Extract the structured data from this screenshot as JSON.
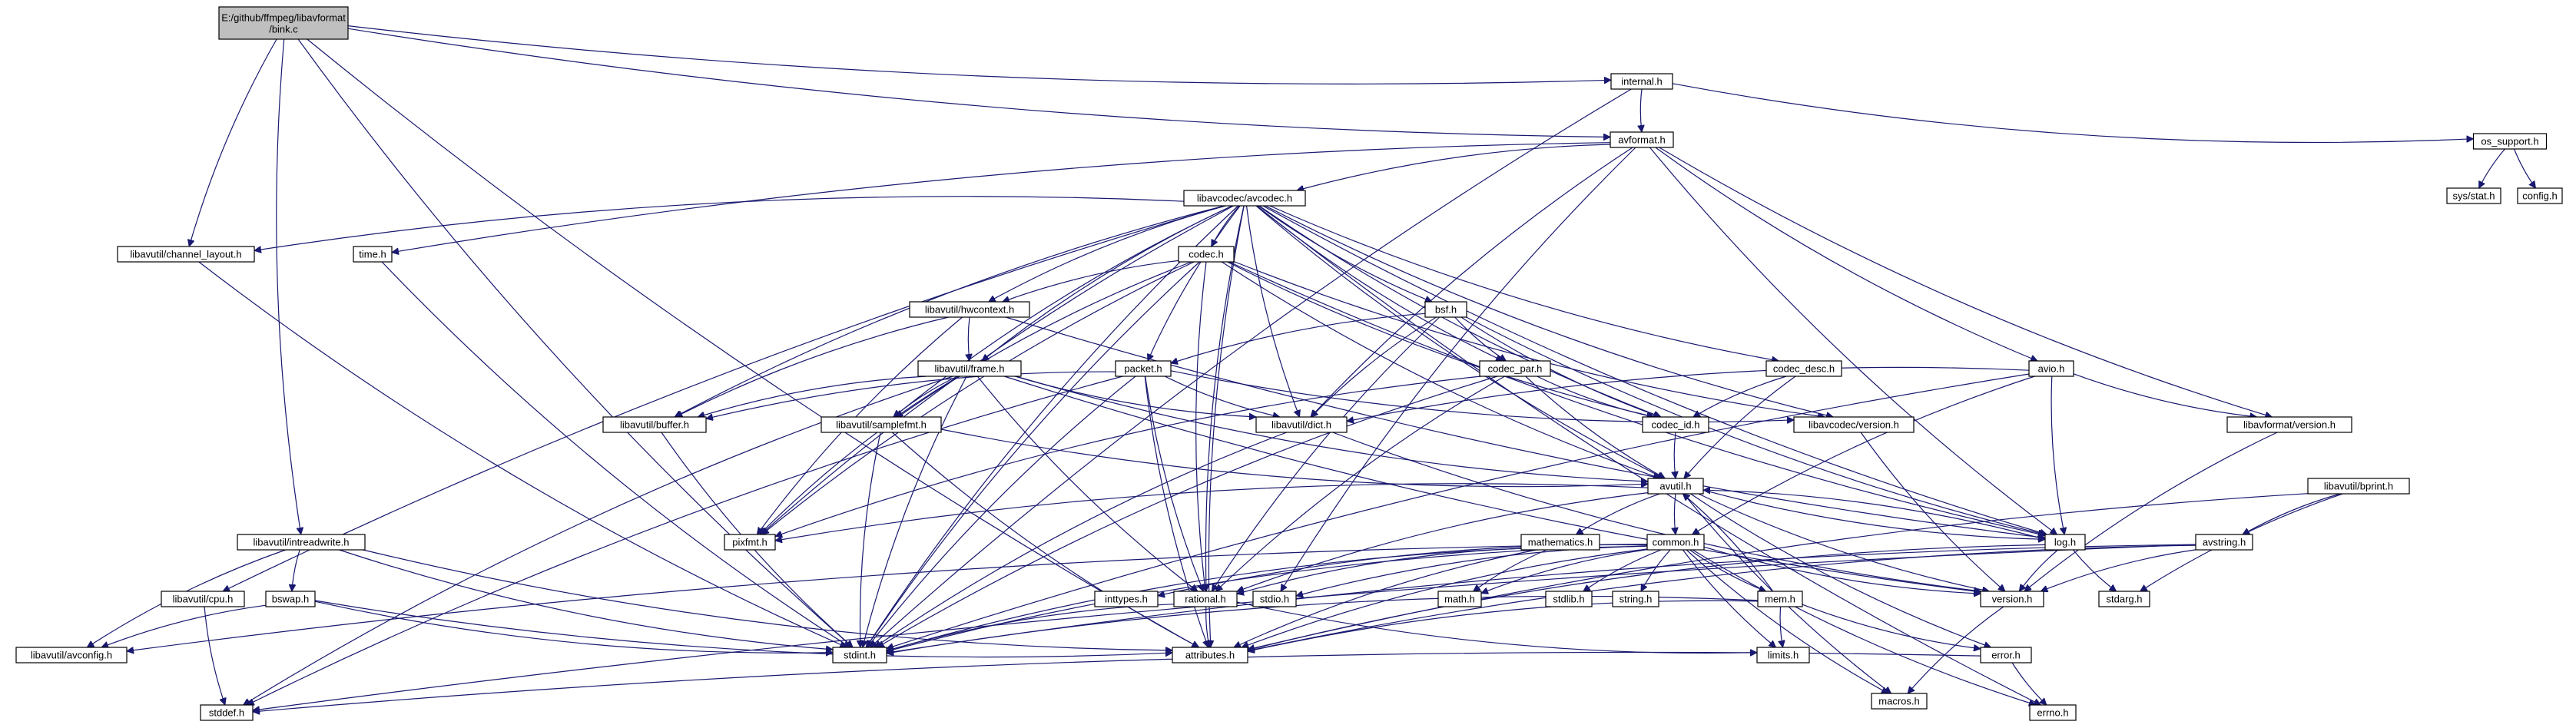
{
  "graph": {
    "nodes": [
      {
        "id": "bink",
        "label": "E:/github/ffmpeg/libavformat\n/bink.c",
        "style": "root"
      },
      {
        "id": "internal",
        "label": "internal.h",
        "style": "normal"
      },
      {
        "id": "os_support",
        "label": "os_support.h",
        "style": "normal"
      },
      {
        "id": "sys_stat",
        "label": "sys/stat.h",
        "style": "missing"
      },
      {
        "id": "config",
        "label": "config.h",
        "style": "missing"
      },
      {
        "id": "avformat",
        "label": "avformat.h",
        "style": "normal"
      },
      {
        "id": "avcodec",
        "label": "libavcodec/avcodec.h",
        "style": "normal"
      },
      {
        "id": "chlayout",
        "label": "libavutil/channel_layout.h",
        "style": "normal"
      },
      {
        "id": "time",
        "label": "time.h",
        "style": "missing"
      },
      {
        "id": "codec",
        "label": "codec.h",
        "style": "normal"
      },
      {
        "id": "hwcontext",
        "label": "libavutil/hwcontext.h",
        "style": "normal"
      },
      {
        "id": "bsf",
        "label": "bsf.h",
        "style": "normal"
      },
      {
        "id": "frame",
        "label": "libavutil/frame.h",
        "style": "normal"
      },
      {
        "id": "packet",
        "label": "packet.h",
        "style": "normal"
      },
      {
        "id": "codec_par",
        "label": "codec_par.h",
        "style": "normal"
      },
      {
        "id": "codec_desc",
        "label": "codec_desc.h",
        "style": "normal"
      },
      {
        "id": "avio",
        "label": "avio.h",
        "style": "normal"
      },
      {
        "id": "buffer",
        "label": "libavutil/buffer.h",
        "style": "normal"
      },
      {
        "id": "samplefmt",
        "label": "libavutil/samplefmt.h",
        "style": "normal"
      },
      {
        "id": "dict",
        "label": "libavutil/dict.h",
        "style": "normal"
      },
      {
        "id": "codec_id",
        "label": "codec_id.h",
        "style": "normal"
      },
      {
        "id": "lavc_version",
        "label": "libavcodec/version.h",
        "style": "normal"
      },
      {
        "id": "lavf_version",
        "label": "libavformat/version.h",
        "style": "normal"
      },
      {
        "id": "bprint",
        "label": "libavutil/bprint.h",
        "style": "normal"
      },
      {
        "id": "avutil",
        "label": "avutil.h",
        "style": "normal"
      },
      {
        "id": "intreadwrite",
        "label": "libavutil/intreadwrite.h",
        "style": "normal"
      },
      {
        "id": "pixfmt",
        "label": "pixfmt.h",
        "style": "normal"
      },
      {
        "id": "mathematics",
        "label": "mathematics.h",
        "style": "missing-red"
      },
      {
        "id": "common",
        "label": "common.h",
        "style": "normal"
      },
      {
        "id": "log",
        "label": "log.h",
        "style": "normal"
      },
      {
        "id": "avstring",
        "label": "avstring.h",
        "style": "normal"
      },
      {
        "id": "cpu",
        "label": "libavutil/cpu.h",
        "style": "normal"
      },
      {
        "id": "bswap",
        "label": "bswap.h",
        "style": "normal"
      },
      {
        "id": "inttypes",
        "label": "inttypes.h",
        "style": "missing"
      },
      {
        "id": "rational",
        "label": "rational.h",
        "style": "normal"
      },
      {
        "id": "stdio",
        "label": "stdio.h",
        "style": "missing"
      },
      {
        "id": "math",
        "label": "math.h",
        "style": "missing"
      },
      {
        "id": "stdlib",
        "label": "stdlib.h",
        "style": "missing"
      },
      {
        "id": "string",
        "label": "string.h",
        "style": "missing"
      },
      {
        "id": "mem",
        "label": "mem.h",
        "style": "normal"
      },
      {
        "id": "version",
        "label": "version.h",
        "style": "normal"
      },
      {
        "id": "stdarg",
        "label": "stdarg.h",
        "style": "missing"
      },
      {
        "id": "avconfig",
        "label": "libavutil/avconfig.h",
        "style": "missing"
      },
      {
        "id": "stdint",
        "label": "stdint.h",
        "style": "missing"
      },
      {
        "id": "attributes",
        "label": "attributes.h",
        "style": "normal"
      },
      {
        "id": "limits",
        "label": "limits.h",
        "style": "missing-red"
      },
      {
        "id": "macros",
        "label": "macros.h",
        "style": "normal"
      },
      {
        "id": "error",
        "label": "error.h",
        "style": "normal"
      },
      {
        "id": "stddef",
        "label": "stddef.h",
        "style": "missing"
      },
      {
        "id": "errno",
        "label": "errno.h",
        "style": "missing"
      }
    ],
    "edges": [
      [
        "bink",
        "internal"
      ],
      [
        "bink",
        "avformat"
      ],
      [
        "bink",
        "chlayout"
      ],
      [
        "bink",
        "intreadwrite"
      ],
      [
        "bink",
        "stdint"
      ],
      [
        "bink",
        "attributes"
      ],
      [
        "internal",
        "avformat"
      ],
      [
        "internal",
        "os_support"
      ],
      [
        "internal",
        "stdint"
      ],
      [
        "os_support",
        "sys_stat"
      ],
      [
        "os_support",
        "config"
      ],
      [
        "avformat",
        "time"
      ],
      [
        "avformat",
        "stdio"
      ],
      [
        "avformat",
        "avcodec"
      ],
      [
        "avformat",
        "dict"
      ],
      [
        "avformat",
        "log"
      ],
      [
        "avformat",
        "avio"
      ],
      [
        "avformat",
        "lavf_version"
      ],
      [
        "avcodec",
        "chlayout"
      ],
      [
        "avcodec",
        "samplefmt"
      ],
      [
        "avcodec",
        "attributes"
      ],
      [
        "avcodec",
        "avutil"
      ],
      [
        "avcodec",
        "buffer"
      ],
      [
        "avcodec",
        "cpu"
      ],
      [
        "avcodec",
        "dict"
      ],
      [
        "avcodec",
        "frame"
      ],
      [
        "avcodec",
        "log"
      ],
      [
        "avcodec",
        "pixfmt"
      ],
      [
        "avcodec",
        "rational"
      ],
      [
        "avcodec",
        "codec"
      ],
      [
        "avcodec",
        "codec_desc"
      ],
      [
        "avcodec",
        "codec_id"
      ],
      [
        "avcodec",
        "codec_par"
      ],
      [
        "avcodec",
        "bsf"
      ],
      [
        "avcodec",
        "packet"
      ],
      [
        "avcodec",
        "lavc_version"
      ],
      [
        "avcodec",
        "hwcontext"
      ],
      [
        "avcodec",
        "errno"
      ],
      [
        "avcodec",
        "stdint"
      ],
      [
        "chlayout",
        "stdint"
      ],
      [
        "time",
        "stdint"
      ],
      [
        "codec",
        "stdint"
      ],
      [
        "codec",
        "avutil"
      ],
      [
        "codec",
        "hwcontext"
      ],
      [
        "codec",
        "log"
      ],
      [
        "codec",
        "pixfmt"
      ],
      [
        "codec",
        "rational"
      ],
      [
        "codec",
        "samplefmt"
      ],
      [
        "codec",
        "codec_id"
      ],
      [
        "codec",
        "lavc_version"
      ],
      [
        "hwcontext",
        "buffer"
      ],
      [
        "hwcontext",
        "frame"
      ],
      [
        "hwcontext",
        "log"
      ],
      [
        "hwcontext",
        "pixfmt"
      ],
      [
        "bsf",
        "dict"
      ],
      [
        "bsf",
        "log"
      ],
      [
        "bsf",
        "rational"
      ],
      [
        "bsf",
        "codec_id"
      ],
      [
        "bsf",
        "codec_par"
      ],
      [
        "bsf",
        "packet"
      ],
      [
        "frame",
        "stddef"
      ],
      [
        "frame",
        "avutil"
      ],
      [
        "frame",
        "buffer"
      ],
      [
        "frame",
        "dict"
      ],
      [
        "frame",
        "rational"
      ],
      [
        "frame",
        "samplefmt"
      ],
      [
        "frame",
        "pixfmt"
      ],
      [
        "frame",
        "version"
      ],
      [
        "frame",
        "stdint"
      ],
      [
        "packet",
        "attributes"
      ],
      [
        "packet",
        "buffer"
      ],
      [
        "packet",
        "dict"
      ],
      [
        "packet",
        "rational"
      ],
      [
        "packet",
        "lavc_version"
      ],
      [
        "packet",
        "stddef"
      ],
      [
        "packet",
        "stdint"
      ],
      [
        "codec_par",
        "stdint"
      ],
      [
        "codec_par",
        "avutil"
      ],
      [
        "codec_par",
        "rational"
      ],
      [
        "codec_par",
        "pixfmt"
      ],
      [
        "codec_par",
        "codec_id"
      ],
      [
        "codec_desc",
        "avutil"
      ],
      [
        "codec_desc",
        "codec_id"
      ],
      [
        "avio",
        "stdint"
      ],
      [
        "avio",
        "common"
      ],
      [
        "avio",
        "dict"
      ],
      [
        "avio",
        "log"
      ],
      [
        "avio",
        "lavf_version"
      ],
      [
        "buffer",
        "stdint"
      ],
      [
        "samplefmt",
        "avutil"
      ],
      [
        "samplefmt",
        "attributes"
      ],
      [
        "samplefmt",
        "stdint"
      ],
      [
        "dict",
        "stdint"
      ],
      [
        "dict",
        "version"
      ],
      [
        "codec_id",
        "avutil"
      ],
      [
        "lavc_version",
        "version"
      ],
      [
        "lavf_version",
        "version"
      ],
      [
        "bprint",
        "stdarg"
      ],
      [
        "bprint",
        "attributes"
      ],
      [
        "bprint",
        "avstring"
      ],
      [
        "avutil",
        "common"
      ],
      [
        "avutil",
        "error"
      ],
      [
        "avutil",
        "rational"
      ],
      [
        "avutil",
        "version"
      ],
      [
        "avutil",
        "macros"
      ],
      [
        "avutil",
        "mathematics"
      ],
      [
        "avutil",
        "log"
      ],
      [
        "avutil",
        "pixfmt"
      ],
      [
        "intreadwrite",
        "stdint"
      ],
      [
        "intreadwrite",
        "avconfig"
      ],
      [
        "intreadwrite",
        "attributes"
      ],
      [
        "intreadwrite",
        "bswap"
      ],
      [
        "mathematics",
        "stdint"
      ],
      [
        "mathematics",
        "math"
      ],
      [
        "mathematics",
        "attributes"
      ],
      [
        "mathematics",
        "rational"
      ],
      [
        "mathematics",
        "intfloat"
      ],
      [
        "common",
        "errno"
      ],
      [
        "common",
        "inttypes"
      ],
      [
        "common",
        "limits"
      ],
      [
        "common",
        "math"
      ],
      [
        "common",
        "stdint"
      ],
      [
        "common",
        "stdio"
      ],
      [
        "common",
        "stdlib"
      ],
      [
        "common",
        "string"
      ],
      [
        "common",
        "attributes"
      ],
      [
        "common",
        "macros"
      ],
      [
        "common",
        "version"
      ],
      [
        "common",
        "avconfig"
      ],
      [
        "common",
        "mem"
      ],
      [
        "log",
        "stdarg"
      ],
      [
        "log",
        "avutil"
      ],
      [
        "log",
        "attributes"
      ],
      [
        "log",
        "version"
      ],
      [
        "avstring",
        "stddef"
      ],
      [
        "avstring",
        "stdint"
      ],
      [
        "avstring",
        "attributes"
      ],
      [
        "avstring",
        "version"
      ],
      [
        "cpu",
        "stddef"
      ],
      [
        "bswap",
        "stdint"
      ],
      [
        "bswap",
        "avconfig"
      ],
      [
        "bswap",
        "attributes"
      ],
      [
        "rational",
        "stdint"
      ],
      [
        "rational",
        "limits"
      ],
      [
        "rational",
        "attributes"
      ],
      [
        "mem",
        "limits"
      ],
      [
        "mem",
        "stdint"
      ],
      [
        "mem",
        "attributes"
      ],
      [
        "mem",
        "error"
      ],
      [
        "mem",
        "avutil"
      ],
      [
        "version",
        "macros"
      ],
      [
        "error",
        "errno"
      ],
      [
        "error",
        "stddef"
      ]
    ]
  }
}
